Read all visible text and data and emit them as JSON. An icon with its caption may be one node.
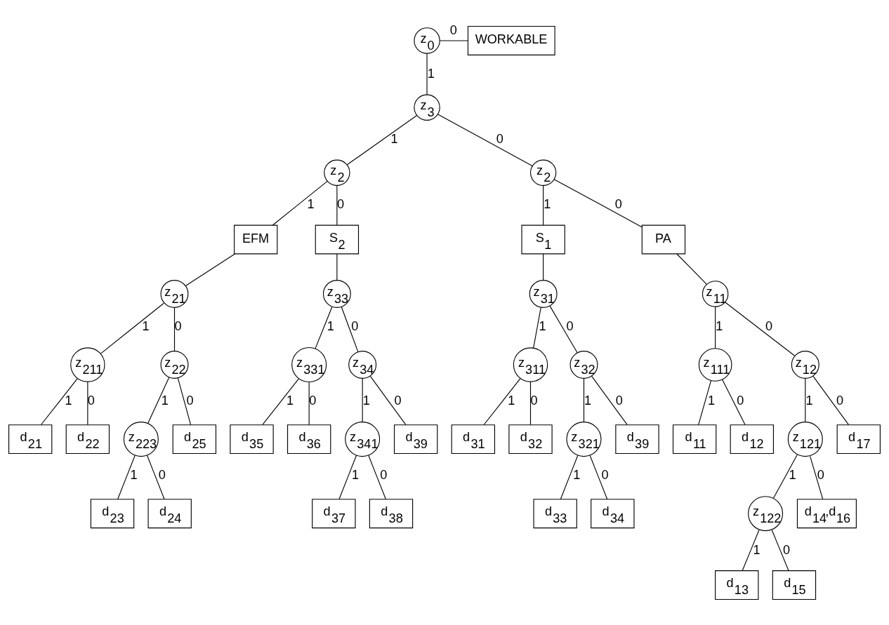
{
  "diagram": {
    "nodes": [
      {
        "text": [
          "z$_{0}$"
        ]
      },
      {
        "text": [
          "WORKABLE"
        ]
      },
      {
        "text": [
          "z$_{3}$"
        ]
      },
      {
        "text": [
          "z$_{2}$"
        ]
      },
      {
        "text": [
          "z$_{2}$"
        ]
      },
      {
        "text": [
          "EFM"
        ]
      },
      {
        "text": [
          "S$_{2}$"
        ]
      },
      {
        "text": [
          "S$_{1}$"
        ]
      },
      {
        "text": [
          "PA"
        ]
      },
      {
        "text": [
          "z$_{21}$"
        ]
      },
      {
        "text": [
          "z$_{33}$"
        ]
      },
      {
        "text": [
          "z$_{31}$"
        ]
      },
      {
        "text": [
          "z$_{11}$"
        ]
      },
      {
        "text": [
          "z$_{211}$"
        ]
      },
      {
        "text": [
          "z$_{22}$"
        ]
      },
      {
        "text": [
          "z$_{331}$"
        ]
      },
      {
        "text": [
          "z$_{34}$"
        ]
      },
      {
        "text": [
          "z$_{311}$"
        ]
      },
      {
        "text": [
          "z$_{32}$"
        ]
      },
      {
        "text": [
          "z$_{111}$"
        ]
      },
      {
        "text": [
          "z$_{12}$"
        ]
      },
      {
        "text": [
          "d$_{21}$"
        ]
      },
      {
        "text": [
          "d$_{22}$"
        ]
      },
      {
        "text": [
          "z$_{223}$"
        ]
      },
      {
        "text": [
          "d$_{25}$"
        ]
      },
      {
        "text": [
          "d$_{35}$"
        ]
      },
      {
        "text": [
          "d$_{36}$"
        ]
      },
      {
        "text": [
          "z$_{341}$"
        ]
      },
      {
        "text": [
          "d$_{39}$"
        ]
      },
      {
        "text": [
          "d$_{31}$"
        ]
      },
      {
        "text": [
          "d$_{32}$"
        ]
      },
      {
        "text": [
          "z$_{321}$"
        ]
      },
      {
        "text": [
          "d$_{39}$"
        ]
      },
      {
        "text": [
          "d$_{11}$"
        ]
      },
      {
        "text": [
          "d$_{12}$"
        ]
      },
      {
        "text": [
          "z$_{121}$"
        ]
      },
      {
        "text": [
          "d$_{17}$"
        ]
      },
      {
        "text": [
          "d$_{23}$"
        ]
      },
      {
        "text": [
          "d$_{24}$"
        ]
      },
      {
        "text": [
          "d$_{37}$"
        ]
      },
      {
        "text": [
          "d$_{38}$"
        ]
      },
      {
        "text": [
          "d$_{33}$"
        ]
      },
      {
        "text": [
          "d$_{34}$"
        ]
      },
      {
        "text": [
          "z$_{122}$"
        ]
      },
      {
        "text": [
          "d$_{14}$,d$_{16}$"
        ]
      },
      {
        "text": [
          "d$_{13}$"
        ]
      },
      {
        "text": [
          "d$_{15}$"
        ]
      }
    ],
    "edges": [
      {
        "from": 0,
        "to": 1,
        "arrow": "none",
        "label": "0"
      },
      {
        "from": 0,
        "to": 2,
        "arrow": "none",
        "label": "1"
      },
      {
        "from": 2,
        "to": 3,
        "arrow": "none",
        "label": "1"
      },
      {
        "from": 2,
        "to": 4,
        "arrow": "none",
        "label": "0"
      },
      {
        "from": 3,
        "to": 5,
        "arrow": "none",
        "label": "1"
      },
      {
        "from": 3,
        "to": 6,
        "arrow": "none",
        "label": "0"
      },
      {
        "from": 4,
        "to": 7,
        "arrow": "none",
        "label": "1"
      },
      {
        "from": 4,
        "to": 8,
        "arrow": "none",
        "label": "0"
      },
      {
        "from": 5,
        "to": 9,
        "arrow": "none"
      },
      {
        "from": 6,
        "to": 10,
        "arrow": "none"
      },
      {
        "from": 7,
        "to": 11,
        "arrow": "none"
      },
      {
        "from": 8,
        "to": 12,
        "arrow": "none"
      },
      {
        "from": 9,
        "to": 13,
        "arrow": "none",
        "label": "1"
      },
      {
        "from": 9,
        "to": 14,
        "arrow": "none",
        "label": "0"
      },
      {
        "from": 10,
        "to": 15,
        "arrow": "none",
        "label": "1"
      },
      {
        "from": 10,
        "to": 16,
        "arrow": "none",
        "label": "0"
      },
      {
        "from": 11,
        "to": 17,
        "arrow": "none",
        "label": "1"
      },
      {
        "from": 11,
        "to": 18,
        "arrow": "none",
        "label": "0"
      },
      {
        "from": 12,
        "to": 19,
        "arrow": "none",
        "label": "1"
      },
      {
        "from": 12,
        "to": 20,
        "arrow": "none",
        "label": "0"
      },
      {
        "from": 13,
        "to": 21,
        "arrow": "none",
        "label": "1"
      },
      {
        "from": 13,
        "to": 22,
        "arrow": "none",
        "label": "0"
      },
      {
        "from": 14,
        "to": 23,
        "arrow": "none",
        "label": "1"
      },
      {
        "from": 14,
        "to": 24,
        "arrow": "none",
        "label": "0"
      },
      {
        "from": 15,
        "to": 25,
        "arrow": "none",
        "label": "1"
      },
      {
        "from": 15,
        "to": 26,
        "arrow": "none",
        "label": "0"
      },
      {
        "from": 16,
        "to": 27,
        "arrow": "none",
        "label": "1"
      },
      {
        "from": 16,
        "to": 28,
        "arrow": "none",
        "label": "0"
      },
      {
        "from": 17,
        "to": 29,
        "arrow": "none",
        "label": "1"
      },
      {
        "from": 17,
        "to": 30,
        "arrow": "none",
        "label": "0"
      },
      {
        "from": 18,
        "to": 31,
        "arrow": "none",
        "label": "1"
      },
      {
        "from": 18,
        "to": 32,
        "arrow": "none",
        "label": "0"
      },
      {
        "from": 19,
        "to": 33,
        "arrow": "none",
        "label": "1"
      },
      {
        "from": 19,
        "to": 34,
        "arrow": "none",
        "label": "0"
      },
      {
        "from": 20,
        "to": 35,
        "arrow": "none",
        "label": "1"
      },
      {
        "from": 20,
        "to": 36,
        "arrow": "none",
        "label": "0"
      },
      {
        "from": 23,
        "to": 37,
        "arrow": "none",
        "label": "1"
      },
      {
        "from": 23,
        "to": 38,
        "arrow": "none",
        "label": "0"
      },
      {
        "from": 27,
        "to": 39,
        "arrow": "none",
        "label": "1"
      },
      {
        "from": 27,
        "to": 40,
        "arrow": "none",
        "label": "0"
      },
      {
        "from": 31,
        "to": 41,
        "arrow": "none",
        "label": "1"
      },
      {
        "from": 31,
        "to": 42,
        "arrow": "none",
        "label": "0"
      },
      {
        "from": 35,
        "to": 43,
        "arrow": "none",
        "label": "1"
      },
      {
        "from": 35,
        "to": 44,
        "arrow": "none",
        "label": "0"
      },
      {
        "from": 43,
        "to": 45,
        "arrow": "none",
        "label": "1"
      },
      {
        "from": 43,
        "to": 46,
        "arrow": "none",
        "label": "0"
      }
    ]
  }
}
